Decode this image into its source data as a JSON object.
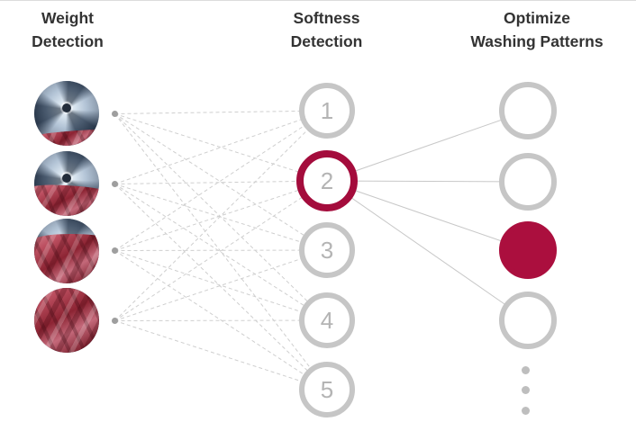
{
  "columns": {
    "weight": {
      "title_lines": [
        "Weight",
        "Detection"
      ]
    },
    "softness": {
      "title_lines": [
        "Softness",
        "Detection"
      ]
    },
    "optimize": {
      "title_lines": [
        "Optimize",
        "Washing Patterns"
      ]
    }
  },
  "weight_nodes": [
    {
      "image": "drum-photo",
      "load": "level-1-small-red-load"
    },
    {
      "image": "drum-photo",
      "load": "level-2-half-red-load"
    },
    {
      "image": "drum-photo",
      "load": "level-3-large-red-load"
    },
    {
      "image": "drum-photo",
      "load": "level-4-full-red-load"
    }
  ],
  "softness_nodes": [
    {
      "label": "1",
      "state": "default"
    },
    {
      "label": "2",
      "state": "selected"
    },
    {
      "label": "3",
      "state": "default"
    },
    {
      "label": "4",
      "state": "default"
    },
    {
      "label": "5",
      "state": "default"
    }
  ],
  "optimize_nodes": [
    {
      "state": "default"
    },
    {
      "state": "default"
    },
    {
      "state": "selected"
    },
    {
      "state": "default"
    }
  ],
  "ellipsis_dot_count": 3,
  "connections": {
    "weight_to_softness": {
      "pattern": "all-to-all",
      "style": "dashed"
    },
    "softness_to_optimize": {
      "pattern": "selected-to-all",
      "style": "solid"
    }
  },
  "colors": {
    "accent_ring": "#A40C3C",
    "accent_fill": "#AB0F3E",
    "circle_gray": "#C6C6C6",
    "number_gray": "#B4B4B4",
    "dash_gray": "#CFCFCF",
    "solid_line_gray": "#C8C8C8",
    "dot_gray": "#9E9E9E",
    "ellipsis_gray": "#BEBEBE",
    "heading_text": "#333333"
  }
}
